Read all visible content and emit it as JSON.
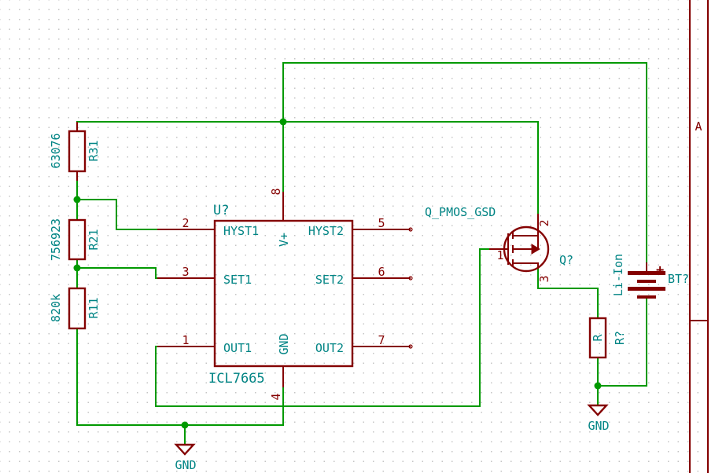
{
  "resistors": {
    "r31": {
      "ref": "R31",
      "value": "63076"
    },
    "r21": {
      "ref": "R21",
      "value": "756923"
    },
    "r11": {
      "ref": "R11",
      "value": "820k"
    },
    "rload": {
      "ref": "R?",
      "value": "R"
    }
  },
  "ic": {
    "ref": "U?",
    "value": "ICL7665",
    "pins": {
      "hyst1": {
        "name": "HYST1",
        "num": "2"
      },
      "set1": {
        "name": "SET1",
        "num": "3"
      },
      "out1": {
        "name": "OUT1",
        "num": "1"
      },
      "vplus": {
        "name": "V+",
        "num": "8"
      },
      "gnd": {
        "name": "GND",
        "num": "4"
      },
      "hyst2": {
        "name": "HYST2",
        "num": "5"
      },
      "set2": {
        "name": "SET2",
        "num": "6"
      },
      "out2": {
        "name": "OUT2",
        "num": "7"
      }
    }
  },
  "mosfet": {
    "ref": "Q?",
    "value": "Q_PMOS_GSD",
    "pins": {
      "gate": "1",
      "source": "2",
      "drain": "3"
    }
  },
  "battery": {
    "ref": "BT?",
    "value": "Li-Ion",
    "plus": "+"
  },
  "power": {
    "gnd_left": "GND",
    "gnd_right": "GND"
  },
  "sheet_border": {
    "row_label": "A"
  },
  "colors": {
    "wire": "#009900",
    "symbol": "#840000",
    "label": "#008484",
    "symbol_fill": "#ffffc2"
  }
}
